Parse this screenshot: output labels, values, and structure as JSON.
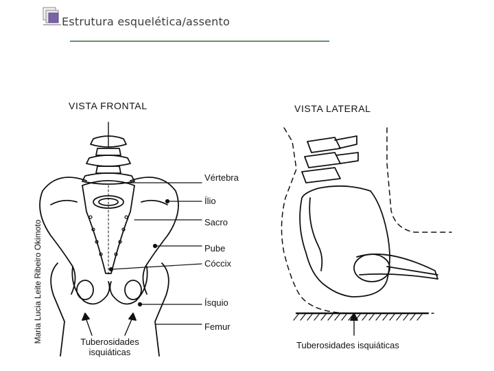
{
  "slide": {
    "title": "Estrutura esquelética/assento",
    "side_credit": "Maria Lucia Leite Ribeiro Okimoto",
    "accent_color": "#5f9068",
    "bullet_icon": "square-bullet-icon"
  },
  "diagram": {
    "front_view_title": "VISTA FRONTAL",
    "lateral_view_title": "VISTA LATERAL",
    "labels": {
      "vertebra": "Vértebra",
      "ilio": "Ílio",
      "sacro": "Sacro",
      "pube": "Pube",
      "coccix": "Cóccix",
      "isquio": "Ísquio",
      "femur": "Femur"
    },
    "front_tuberosities_line1": "Tuberosidades",
    "front_tuberosities_line2": "isquiáticas",
    "lateral_tuberosities": "Tuberosidades isquiáticas"
  }
}
